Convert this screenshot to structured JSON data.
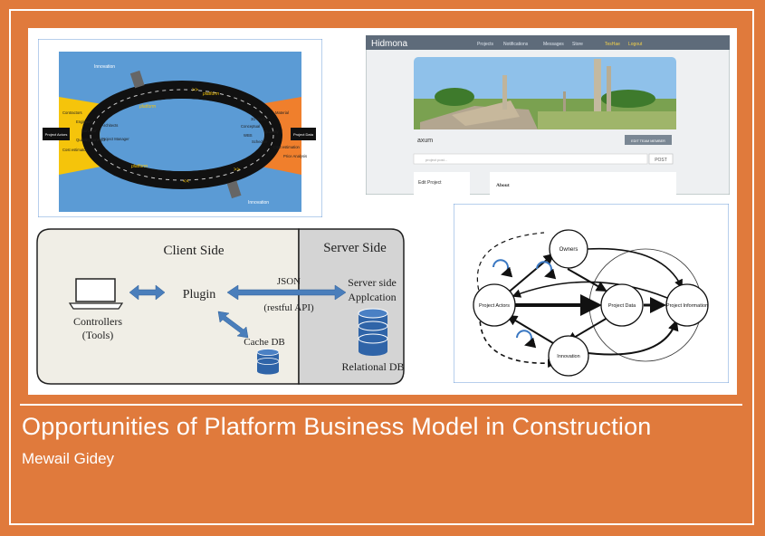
{
  "footer": {
    "title": "Opportunities of Platform Business Model in Construction",
    "author": "Mewail Gidey"
  },
  "diagram1": {
    "top_label": "Innovation",
    "bottom_label": "Innovation",
    "platform_top": "platform",
    "platform_inner_top": "platform",
    "platform_bottom": "platform",
    "left_box": "Project Actors",
    "right_box": "Project Data",
    "left_items": [
      "Contractors",
      "Engineers",
      "Architects",
      "Surveyor",
      "Quantity surveyor",
      "Project Manager",
      "Cost estimator"
    ],
    "right_items": [
      "Material",
      "3D model",
      "Conceptual",
      "WBS",
      "Quantity",
      "Schedule",
      "Cost estimation",
      "Price Analysis"
    ]
  },
  "web": {
    "logo": "Hidmona",
    "nav": [
      "Projects",
      "Notifications",
      "Messages",
      "Store"
    ],
    "user": "TesHae",
    "logout": "Logout",
    "project_name": "axum",
    "add_member": "EDIT TEAM MEMBER",
    "post_placeholder": "project post...",
    "post_button": "POST",
    "edit_project": "Edit Project",
    "about": "About"
  },
  "client_server": {
    "client_title": "Client Side",
    "server_title": "Server Side",
    "plugin": "Plugin",
    "controllers": "Controllers",
    "tools": "(Tools)",
    "json": "JSON",
    "restful": "(restful API)",
    "server_app_1": "Server side",
    "server_app_2": "Applcation",
    "cache_db": "Cache DB",
    "relational_db": "Relational DB"
  },
  "network": {
    "owners": "Owners",
    "actors": "Project Actors",
    "data": "Project Data",
    "information": "Project Information",
    "innovation": "Innovation"
  }
}
